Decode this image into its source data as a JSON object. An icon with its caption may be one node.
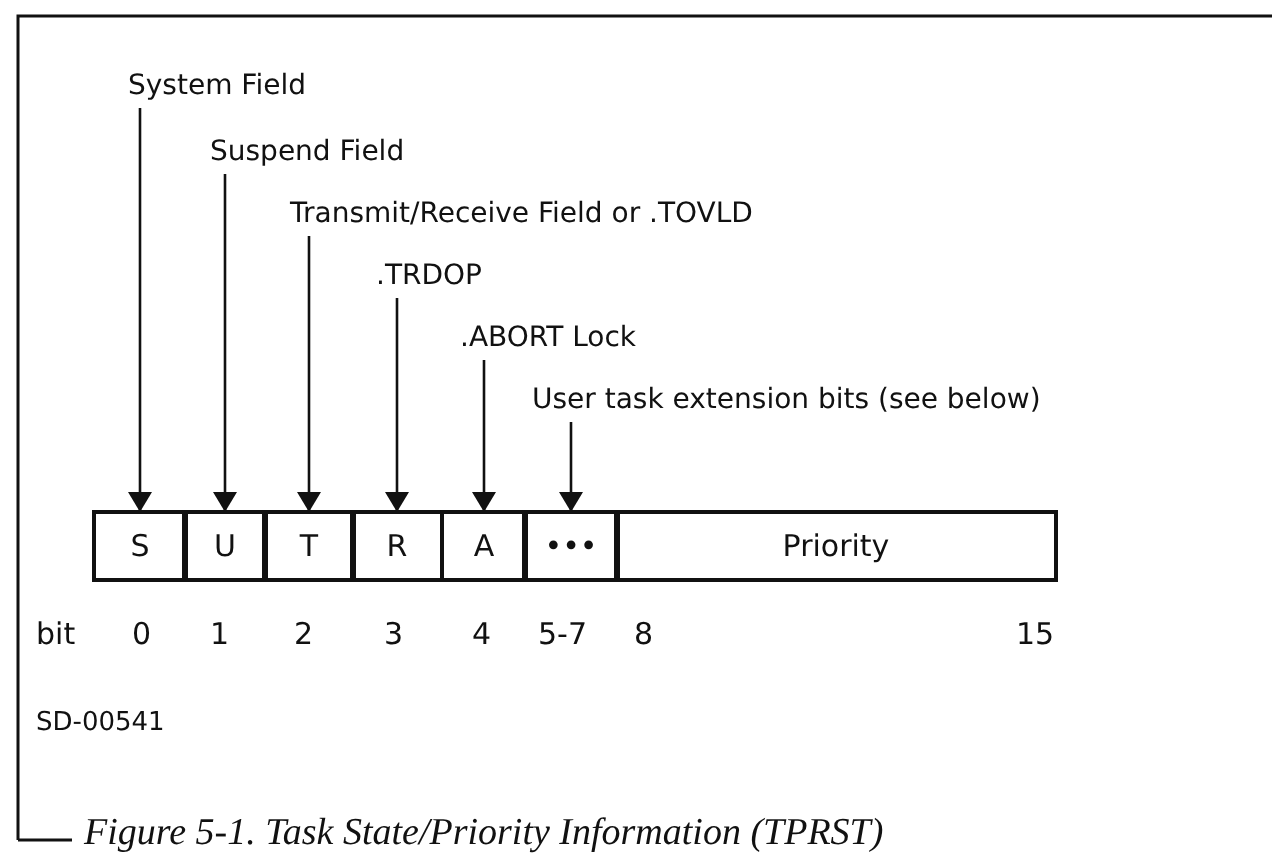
{
  "diagram": {
    "caption": "Figure 5-1. Task State/Priority Information (TPRST)",
    "nodes": [
      {
        "text": [
          "System Field"
        ]
      },
      {
        "text": [
          "Suspend Field"
        ]
      },
      {
        "text": [
          "Transmit/Receive Field or .TOVLD"
        ]
      },
      {
        "text": [
          ".TRDOP"
        ]
      },
      {
        "text": [
          ".ABORT Lock"
        ]
      },
      {
        "text": [
          "User task extension bits (see below)"
        ]
      },
      {
        "text": [
          "S"
        ]
      },
      {
        "text": [
          "U"
        ]
      },
      {
        "text": [
          "T"
        ]
      },
      {
        "text": [
          "R"
        ]
      },
      {
        "text": [
          "A"
        ]
      },
      {
        "text": [
          "•••"
        ]
      },
      {
        "text": [
          "Priority"
        ]
      }
    ],
    "edges": [
      {
        "from": 0,
        "to": 6,
        "arrow": "to"
      },
      {
        "from": 1,
        "to": 7,
        "arrow": "to"
      },
      {
        "from": 2,
        "to": 8,
        "arrow": "to"
      },
      {
        "from": 3,
        "to": 9,
        "arrow": "to"
      },
      {
        "from": 4,
        "to": 10,
        "arrow": "to"
      },
      {
        "from": 5,
        "to": 11,
        "arrow": "to"
      }
    ],
    "labels": [
      "bit",
      "0",
      "1",
      "2",
      "3",
      "4",
      "5-7",
      "8",
      "15",
      "SD-00541"
    ]
  }
}
